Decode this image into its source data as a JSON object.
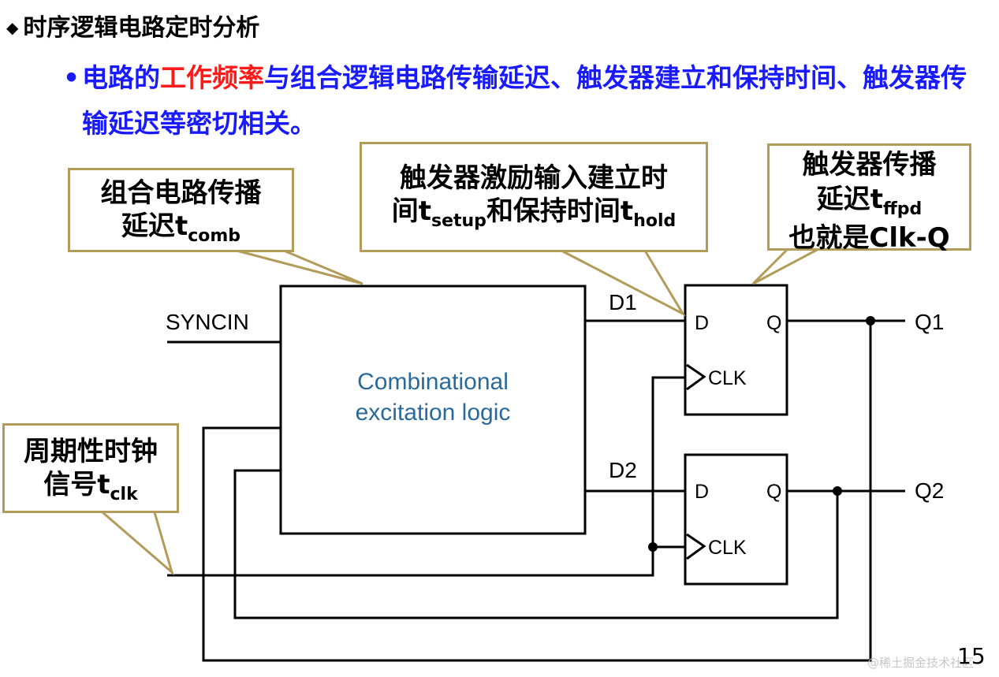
{
  "slide": {
    "title": "时序逻辑电路定时分析",
    "bullet_part1": "电路的",
    "bullet_highlight": "工作频率",
    "bullet_part2": "与组合逻辑电路传输延迟、触发器建立和保持时间、触发器传输延迟等密切相关。",
    "page_number": "15",
    "watermark": "@稀土掘金技术社区"
  },
  "callouts": {
    "comb": {
      "line1": "组合电路传播",
      "line2": "延迟t",
      "sub": "comb"
    },
    "setup_hold": {
      "line1": "触发器激励输入建立时",
      "line2a": "间t",
      "sub1": "setup",
      "mid": "和保持时间t",
      "sub2": "hold"
    },
    "ffpd": {
      "line1": "触发器传播",
      "line2": "延迟t",
      "sub": "ffpd",
      "line3": "也就是Clk-Q"
    },
    "clk": {
      "line1": "周期性时钟",
      "line2": "信号t",
      "sub": "clk"
    }
  },
  "diagram": {
    "syncin": "SYNCIN",
    "comb_line1": "Combinational",
    "comb_line2": "excitation logic",
    "d1": "D1",
    "d2": "D2",
    "ff_d": "D",
    "ff_q": "Q",
    "ff_clk": "CLK",
    "q1": "Q1",
    "q2": "Q2"
  },
  "colors": {
    "title": "#000000",
    "bullet": "#1a1aff",
    "highlight": "#ff1a1a",
    "callout_border": "#b39b5a",
    "comb_text": "#2a6a9a",
    "wire": "#000000"
  }
}
